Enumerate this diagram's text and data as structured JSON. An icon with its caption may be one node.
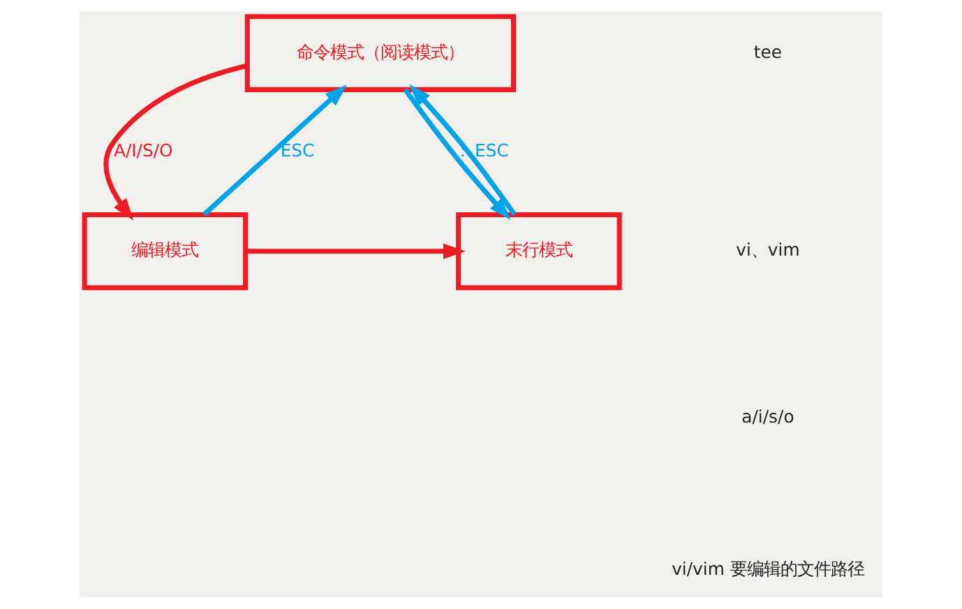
{
  "diagram": {
    "nodes": [
      {
        "text": [
          "命令模式（阅读模式）"
        ]
      },
      {
        "text": [
          "编辑模式"
        ]
      },
      {
        "text": [
          "末行模式"
        ]
      }
    ],
    "edges": [
      {
        "from": 0,
        "to": 1,
        "arrow": "to",
        "label": "A/I/S/O",
        "color": "#ed1c24"
      },
      {
        "from": 1,
        "to": 0,
        "arrow": "to",
        "label": "ESC",
        "color": "#00a2e8"
      },
      {
        "from": 2,
        "to": 0,
        "arrow": "to",
        "label": "ESC",
        "color": "#00a2e8"
      },
      {
        "from": 0,
        "to": 2,
        "arrow": "to",
        "label": ":",
        "color": "#00a2e8"
      },
      {
        "from": 1,
        "to": 2,
        "arrow": "to",
        "color": "#ed1c24"
      }
    ],
    "labels": [
      "tee",
      "vi、vim",
      "a/i/s/o",
      "vi/vim 要编辑的文件路径"
    ]
  }
}
